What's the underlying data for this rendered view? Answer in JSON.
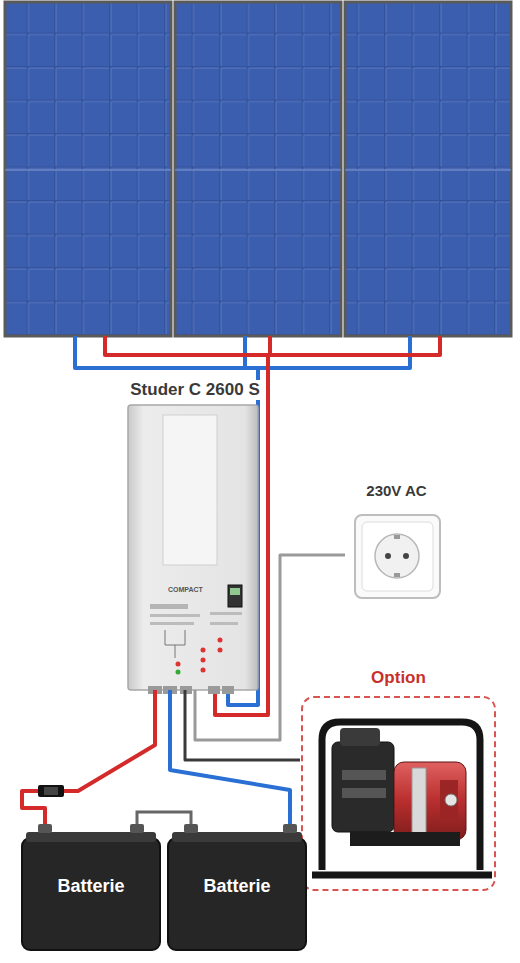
{
  "diagram": {
    "nodes": [
      {
        "text": [
          "Studer C 2600 S",
          "COMPACT"
        ]
      },
      {
        "text": [
          "230V AC"
        ]
      },
      {
        "text": [
          "Option"
        ]
      },
      {
        "text": [
          "Batterie"
        ]
      },
      {
        "text": [
          "Batterie"
        ]
      }
    ],
    "edges": [
      {
        "from": 0,
        "to": 1,
        "arrow": "none"
      },
      {
        "from": 0,
        "to": 2,
        "arrow": "none"
      },
      {
        "from": 0,
        "to": 3,
        "arrow": "none"
      },
      {
        "from": 0,
        "to": 4,
        "arrow": "none"
      }
    ]
  }
}
